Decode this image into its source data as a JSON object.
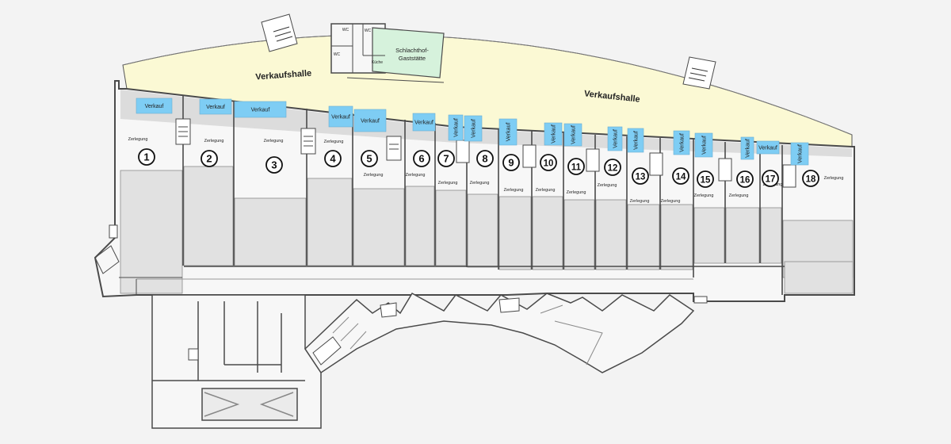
{
  "halls": [
    {
      "text": "Verkaufshalle"
    },
    {
      "text": "Verkaufshalle"
    }
  ],
  "restaurant": {
    "line1": "Schlachthof-",
    "line2": "Gaststätte"
  },
  "rooms": {
    "wc": "WC",
    "kueche": "Küche"
  },
  "labels": {
    "verkauf": "Verkauf",
    "zerlegung": "Zerlegung"
  },
  "units": [
    {
      "number": "1"
    },
    {
      "number": "2"
    },
    {
      "number": "3"
    },
    {
      "number": "4"
    },
    {
      "number": "5"
    },
    {
      "number": "6"
    },
    {
      "number": "7"
    },
    {
      "number": "8"
    },
    {
      "number": "9"
    },
    {
      "number": "10"
    },
    {
      "number": "11"
    },
    {
      "number": "12"
    },
    {
      "number": "13"
    },
    {
      "number": "14"
    },
    {
      "number": "15"
    },
    {
      "number": "16"
    },
    {
      "number": "17"
    },
    {
      "number": "18"
    }
  ],
  "colors": {
    "verkauf": "#7ecdf4",
    "hall": "#fbf9d4",
    "restaurant": "#d6f2dc",
    "room": "#e1e1e1",
    "room_light": "#f7f7f7",
    "wall": "#4a4a4a"
  }
}
